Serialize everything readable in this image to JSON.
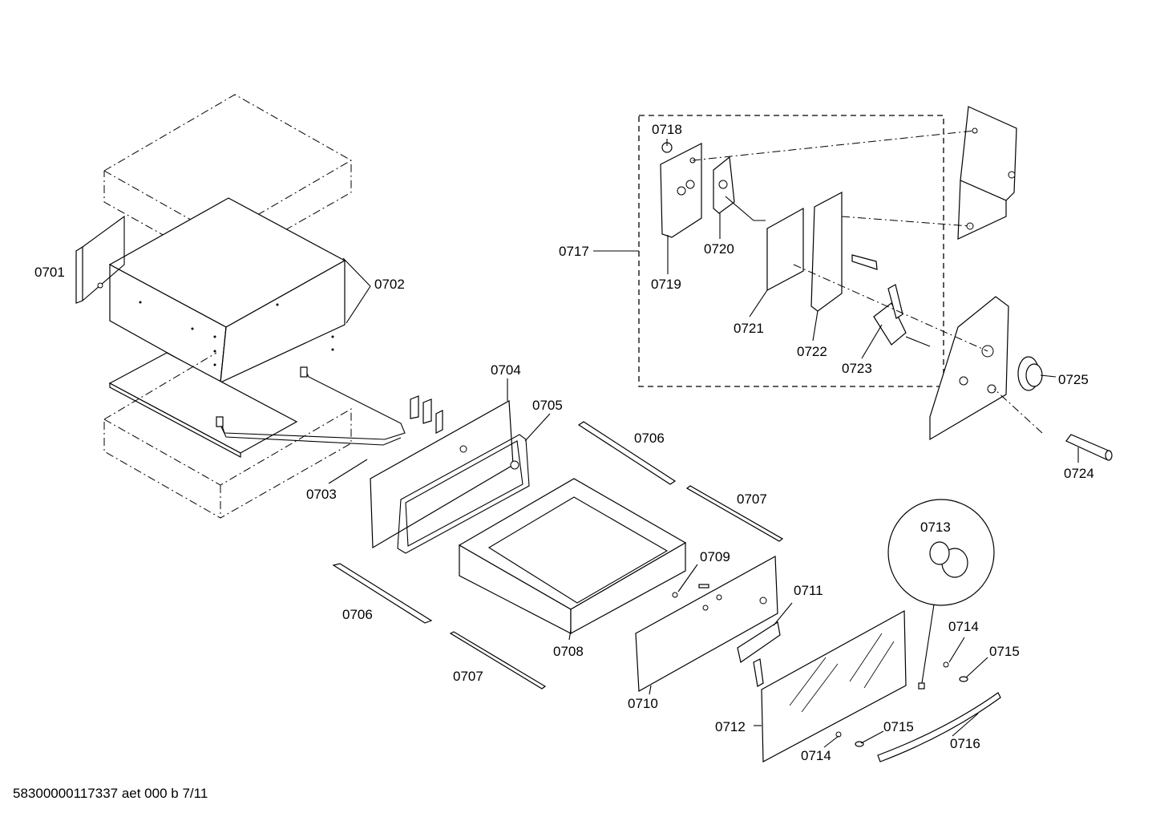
{
  "labels": {
    "p0701": "0701",
    "p0702": "0702",
    "p0703": "0703",
    "p0704": "0704",
    "p0705": "0705",
    "p0706a": "0706",
    "p0706b": "0706",
    "p0707a": "0707",
    "p0707b": "0707",
    "p0708": "0708",
    "p0709": "0709",
    "p0710": "0710",
    "p0711": "0711",
    "p0712": "0712",
    "p0713": "0713",
    "p0714a": "0714",
    "p0714b": "0714",
    "p0715a": "0715",
    "p0715b": "0715",
    "p0716": "0716",
    "p0717": "0717",
    "p0718": "0718",
    "p0719": "0719",
    "p0720": "0720",
    "p0721": "0721",
    "p0722": "0722",
    "p0723": "0723",
    "p0724": "0724",
    "p0725": "0725"
  },
  "footer": {
    "document_id": "58300000117337 aet 000 b 7/11"
  }
}
